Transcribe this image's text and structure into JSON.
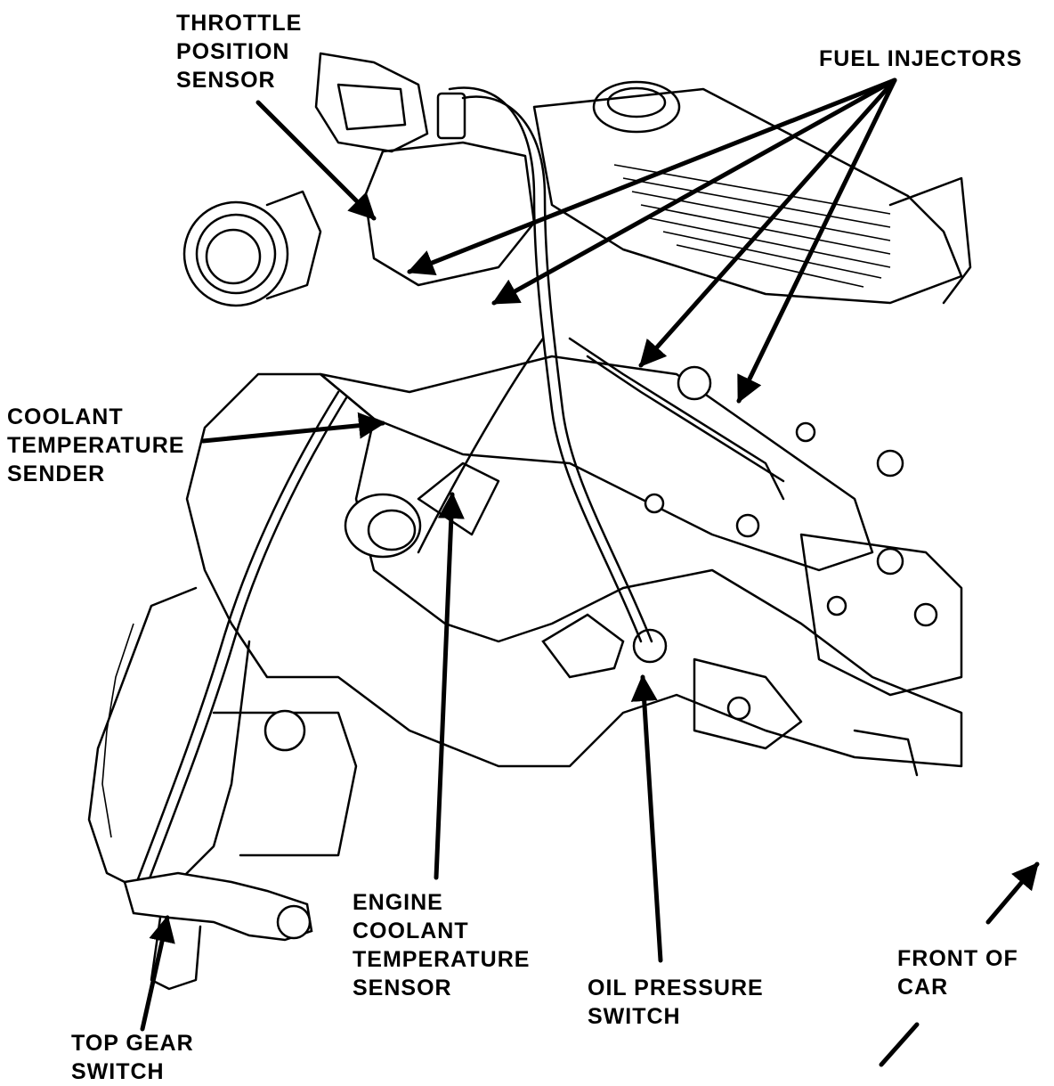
{
  "labels": {
    "throttle_position_sensor": [
      "THROTTLE",
      "POSITION",
      "SENSOR"
    ],
    "fuel_injectors": [
      "FUEL INJECTORS"
    ],
    "coolant_temperature_sender": [
      "COOLANT",
      "TEMPERATURE",
      "SENDER"
    ],
    "engine_coolant_temperature_sensor": [
      "ENGINE",
      "COOLANT",
      "TEMPERATURE",
      "SENSOR"
    ],
    "oil_pressure_switch": [
      "OIL PRESSURE",
      "SWITCH"
    ],
    "top_gear_switch": [
      "TOP GEAR",
      "SWITCH"
    ],
    "front_of_car": [
      "FRONT OF",
      "CAR"
    ]
  },
  "colors": {
    "ink": "#000000",
    "paper": "#ffffff"
  }
}
